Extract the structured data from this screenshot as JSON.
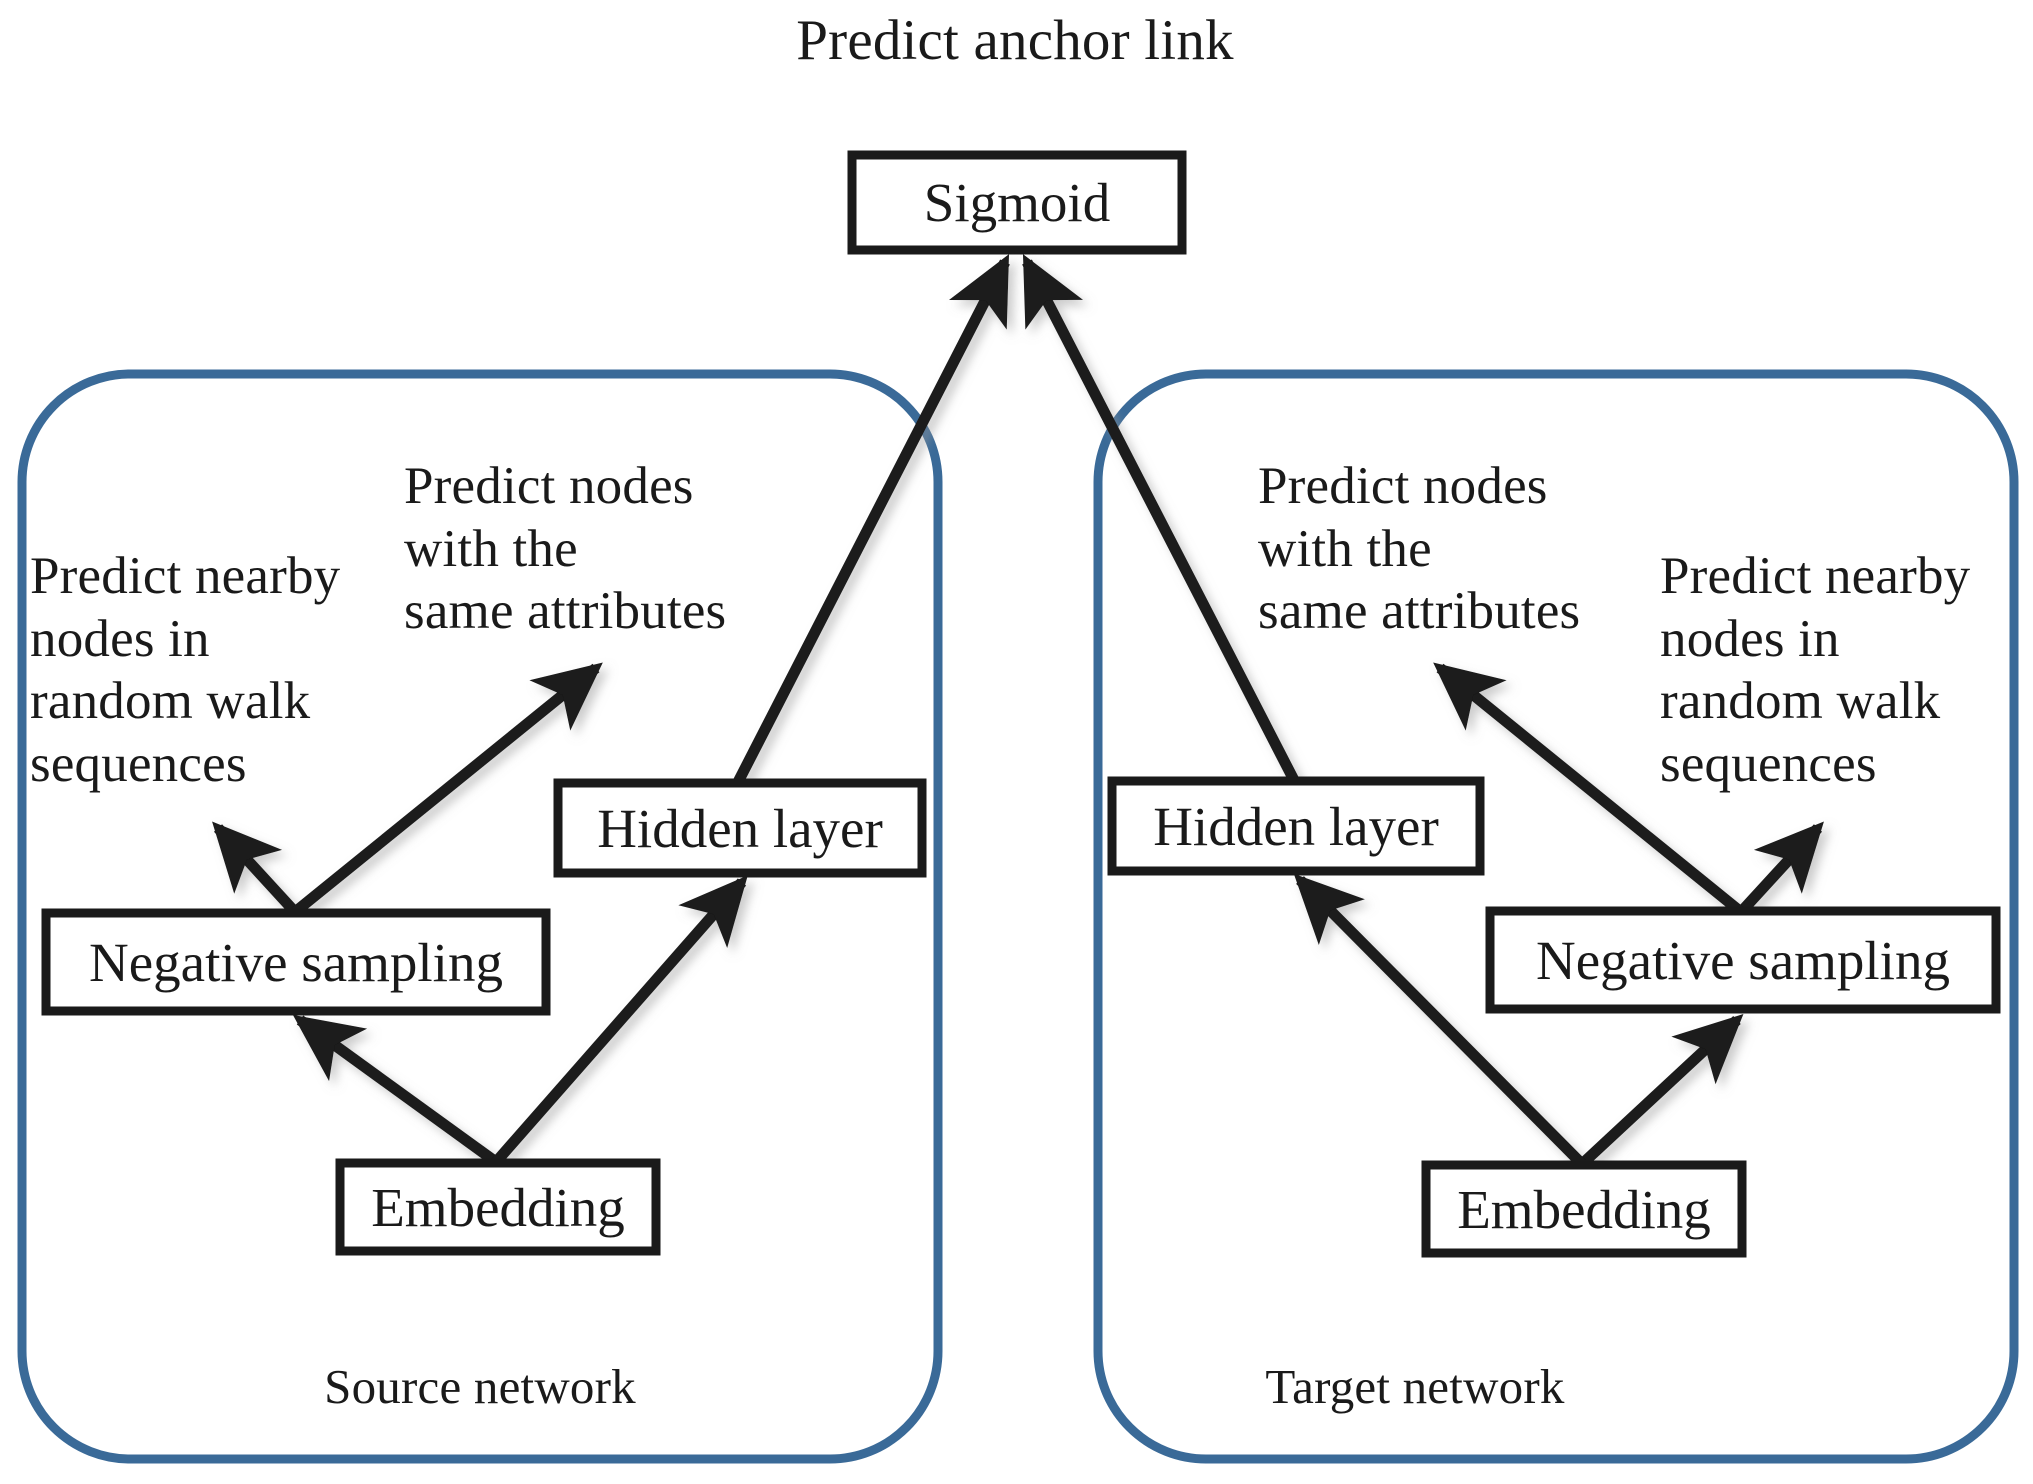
{
  "diagram": {
    "title": "Predict anchor link",
    "output_node": {
      "label": "Sigmoid"
    },
    "panels": [
      {
        "id": "source",
        "name": "Source network",
        "border_color": "#3a6a98",
        "annotations": [
          {
            "id": "nearby-nodes",
            "text": "Predict nearby\nnodes in\nrandom walk\nsequences"
          },
          {
            "id": "same-attributes",
            "text": "Predict nodes\nwith the\nsame attributes"
          }
        ],
        "nodes": [
          {
            "id": "negative-sampling",
            "label": "Negative sampling"
          },
          {
            "id": "hidden-layer",
            "label": "Hidden layer"
          },
          {
            "id": "embedding",
            "label": "Embedding"
          }
        ],
        "edges": [
          {
            "from": "embedding",
            "to": "negative-sampling"
          },
          {
            "from": "embedding",
            "to": "hidden-layer"
          },
          {
            "from": "negative-sampling",
            "to": "nearby-nodes"
          },
          {
            "from": "negative-sampling",
            "to": "same-attributes"
          },
          {
            "from": "hidden-layer",
            "to": "sigmoid"
          }
        ]
      },
      {
        "id": "target",
        "name": "Target network",
        "border_color": "#3a6a98",
        "annotations": [
          {
            "id": "same-attributes",
            "text": "Predict nodes\nwith the\nsame attributes"
          },
          {
            "id": "nearby-nodes",
            "text": "Predict nearby\nnodes in\nrandom walk\nsequences"
          }
        ],
        "nodes": [
          {
            "id": "hidden-layer",
            "label": "Hidden layer"
          },
          {
            "id": "negative-sampling",
            "label": "Negative sampling"
          },
          {
            "id": "embedding",
            "label": "Embedding"
          }
        ],
        "edges": [
          {
            "from": "embedding",
            "to": "negative-sampling"
          },
          {
            "from": "embedding",
            "to": "hidden-layer"
          },
          {
            "from": "negative-sampling",
            "to": "nearby-nodes"
          },
          {
            "from": "negative-sampling",
            "to": "same-attributes"
          },
          {
            "from": "hidden-layer",
            "to": "sigmoid"
          }
        ]
      }
    ],
    "colors": {
      "ink": "#1a1a1a",
      "panel_border": "#3a6a98",
      "background": "#ffffff"
    }
  }
}
